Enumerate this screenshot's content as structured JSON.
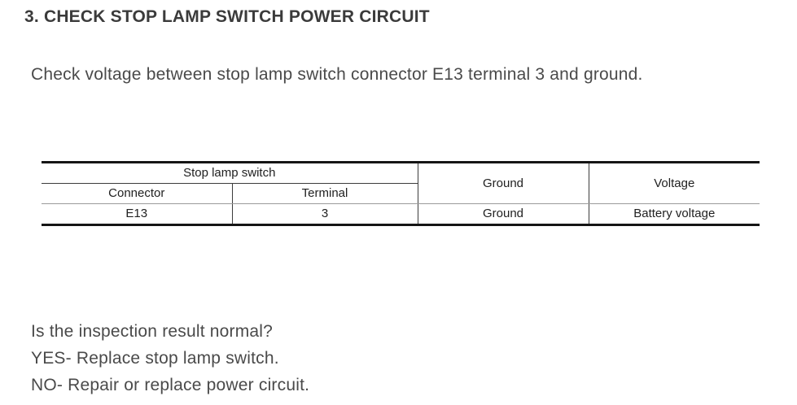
{
  "step": {
    "heading": "3. CHECK STOP LAMP SWITCH POWER CIRCUIT",
    "instruction": "Check voltage between stop lamp switch connector E13 terminal 3 and ground."
  },
  "table": {
    "group_header": "Stop lamp switch",
    "sub_headers": {
      "connector": "Connector",
      "terminal": "Terminal"
    },
    "headers": {
      "ground": "Ground",
      "voltage": "Voltage"
    },
    "row": {
      "connector": "E13",
      "terminal": "3",
      "ground": "Ground",
      "voltage": "Battery voltage"
    }
  },
  "results": {
    "question": "Is the inspection result normal?",
    "yes": "YES- Replace stop lamp switch.",
    "no": "NO- Repair or replace power circuit."
  },
  "colors": {
    "heading_text": "#3b3b3b",
    "body_text": "#4a4a4a",
    "table_text": "#212121",
    "table_border_thick": "#151515",
    "table_border_dark": "#3c3c3c",
    "table_border_light": "#9a9a9a",
    "background": "#ffffff"
  }
}
